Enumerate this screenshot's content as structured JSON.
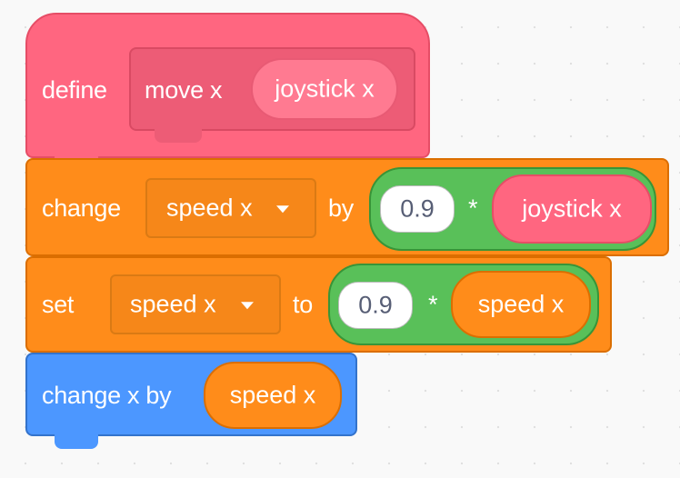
{
  "colors": {
    "my_blocks": "#ff6680",
    "my_blocks_dark": "#e64d66",
    "variables": "#ff8c1a",
    "variables_dark": "#db6e00",
    "operators": "#59c059",
    "motion": "#4c97ff"
  },
  "define_block": {
    "keyword": "define",
    "name": "move x",
    "param": "joystick x"
  },
  "change_var_block": {
    "keyword": "change",
    "variable": "speed x",
    "by_label": "by",
    "left_value": "0.9",
    "operator": "*",
    "right_reporter": "joystick x"
  },
  "set_var_block": {
    "keyword": "set",
    "variable": "speed x",
    "to_label": "to",
    "left_value": "0.9",
    "operator": "*",
    "right_reporter": "speed x"
  },
  "change_x_block": {
    "label": "change x by",
    "reporter": "speed x"
  },
  "icons": {
    "dropdown": "triangle-down-icon"
  }
}
